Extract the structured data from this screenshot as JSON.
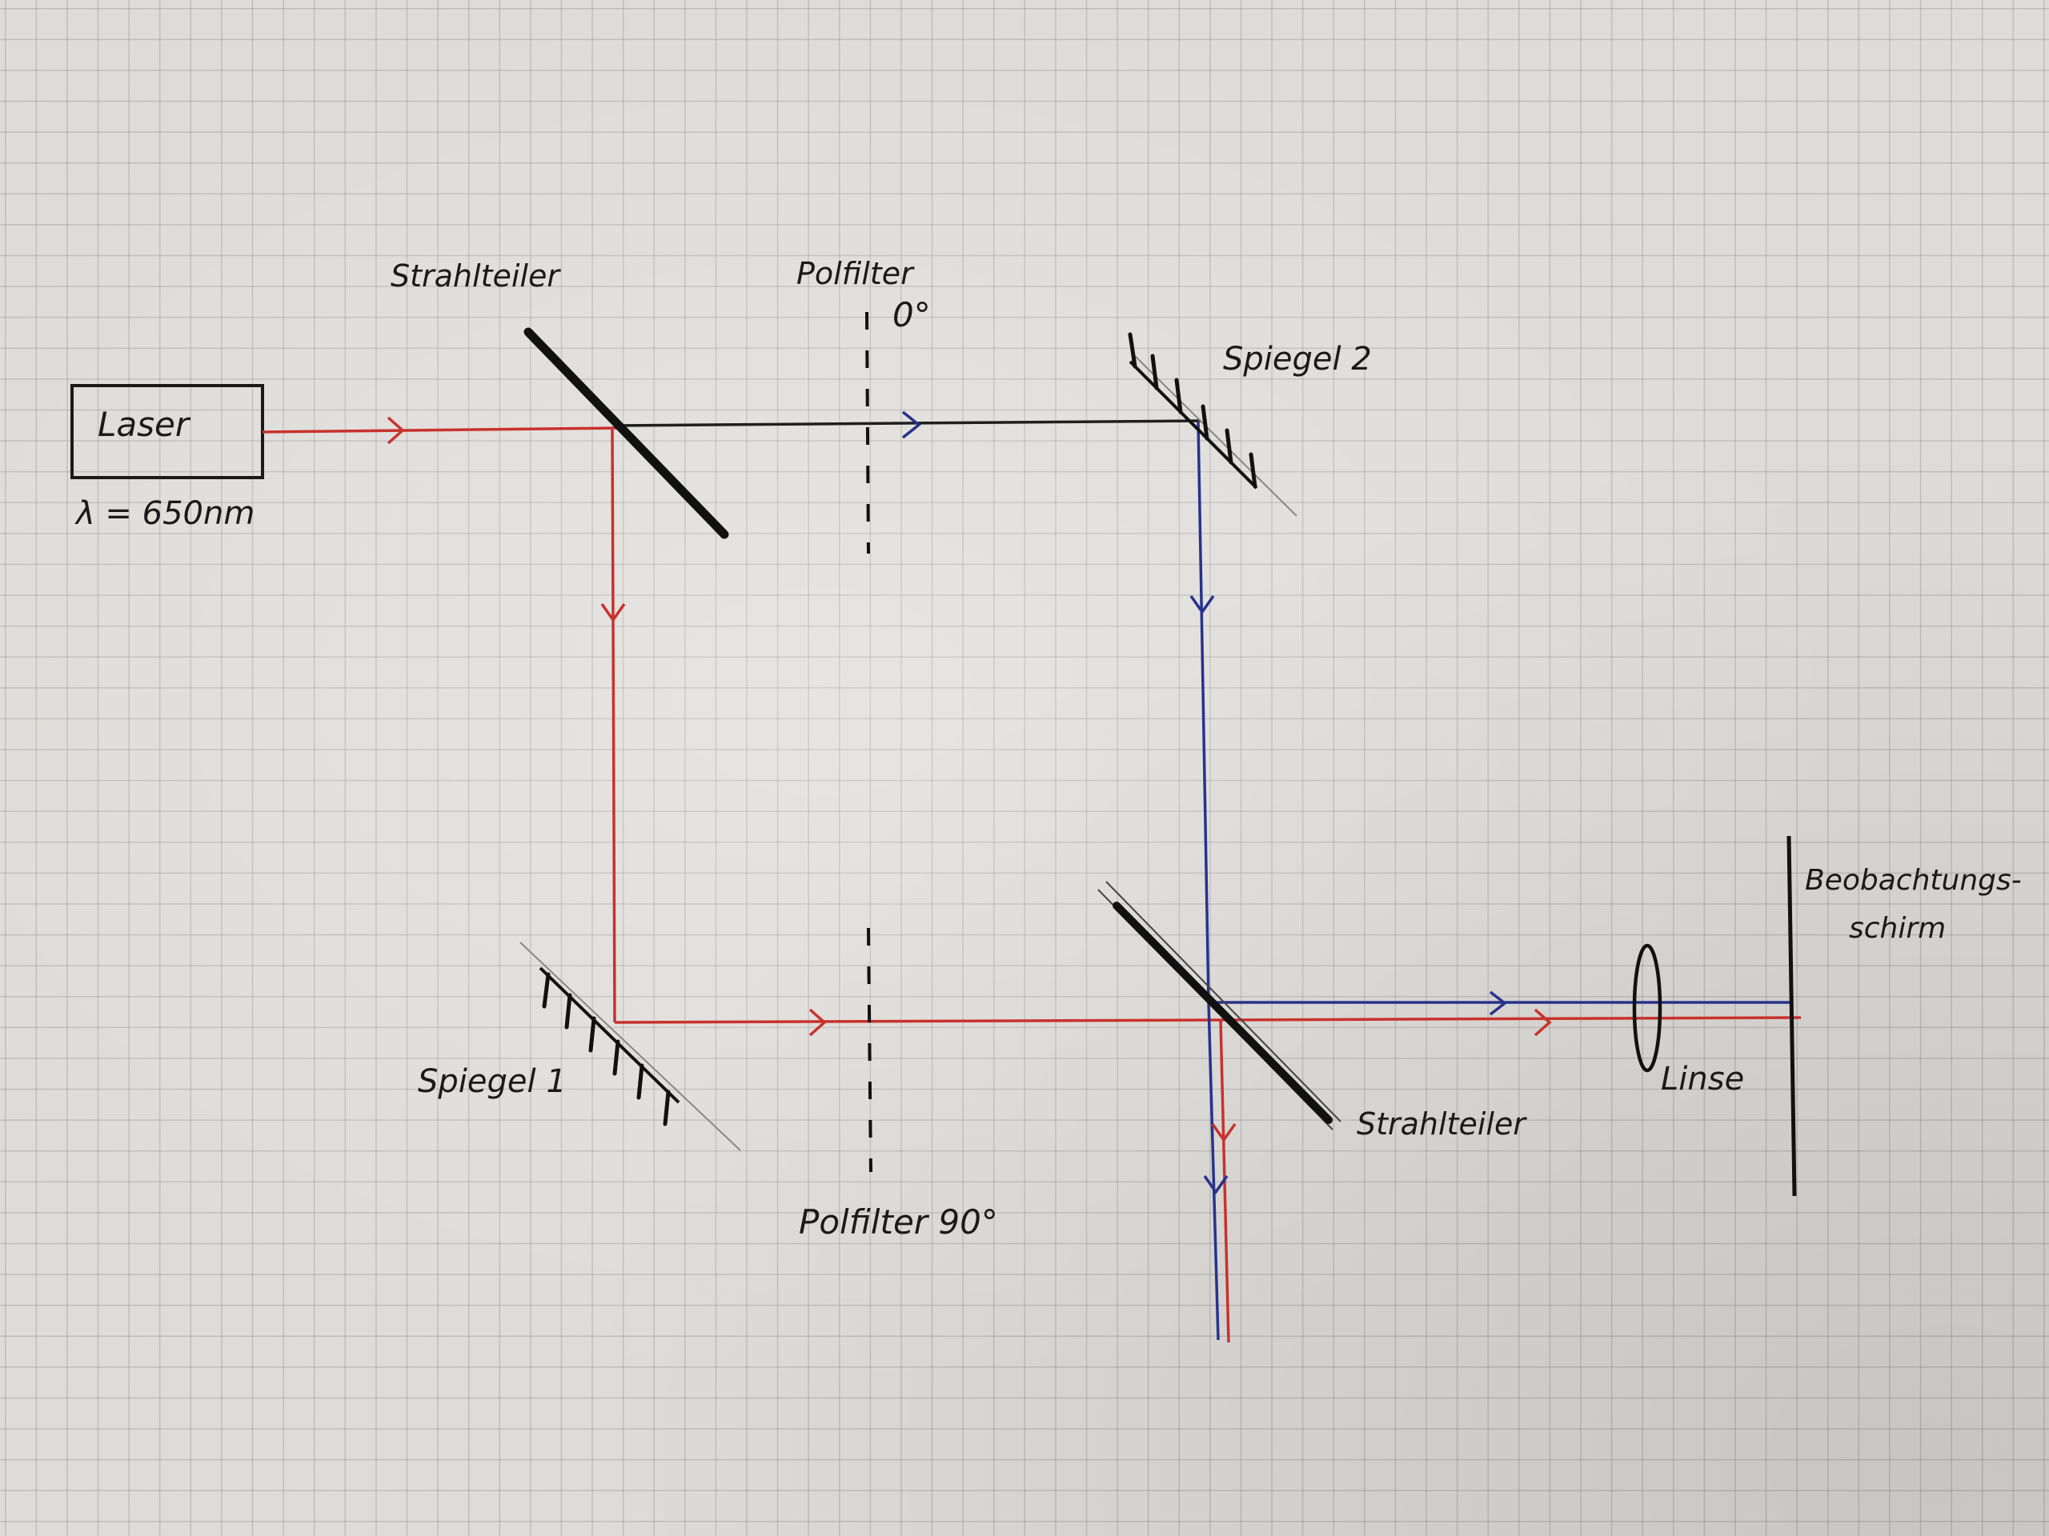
{
  "labels": {
    "laser": "Laser",
    "wavelength": "λ = 650nm",
    "beam_splitter_1": "Strahlteiler",
    "beam_splitter_2": "Strahlteiler",
    "polfilter_0": "Polfilter",
    "polfilter_0_angle": "0°",
    "polfilter_90": "Polfilter 90°",
    "mirror_1": "Spiegel 1",
    "mirror_2": "Spiegel 2",
    "lens": "Linse",
    "screen_line1": "Beobachtungs-",
    "screen_line2": "schirm"
  },
  "colors": {
    "beam_red": "#c8322d",
    "beam_blue": "#27328c",
    "beam_black": "#1f1f1f",
    "ink": "#1a1a1a"
  }
}
